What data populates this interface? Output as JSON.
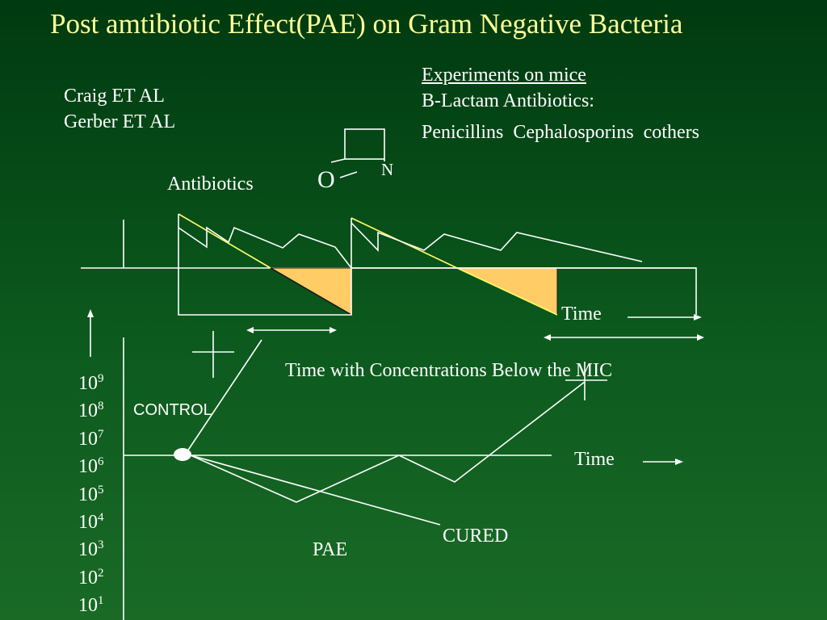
{
  "title": "Post amtibiotic Effect(PAE) on Gram Negative Bacteria",
  "authors": [
    "Craig ET AL",
    "Gerber ET AL"
  ],
  "experiment": {
    "heading": "Experiments on mice",
    "class_label": "B-Lactam Antibiotics:",
    "classes": "Penicillins  Cephalosporins  cothers"
  },
  "beta_lactam_ring": {
    "n": "N",
    "o": "O"
  },
  "diagram": {
    "antibiotics_label": "Antibiotics",
    "time_label_top": "Time",
    "below_mic_label": "Time with Concentrations Below the MIC",
    "time_label_bottom": "Time",
    "control_label": "CONTROL",
    "cured_label": "CURED",
    "pae_label": "PAE",
    "log_scale": [
      {
        "base": "10",
        "exp": "9"
      },
      {
        "base": "10",
        "exp": "8"
      },
      {
        "base": "10",
        "exp": "7"
      },
      {
        "base": "10",
        "exp": "6"
      },
      {
        "base": "10",
        "exp": "5"
      },
      {
        "base": "10",
        "exp": "4"
      },
      {
        "base": "10",
        "exp": "3"
      },
      {
        "base": "10",
        "exp": "2"
      },
      {
        "base": "10",
        "exp": "1"
      }
    ],
    "colors": {
      "line": "#ffffff",
      "below_mic_fill": "#ffcc66",
      "decay_line": "#ffff66",
      "title": "#ffff99"
    }
  }
}
